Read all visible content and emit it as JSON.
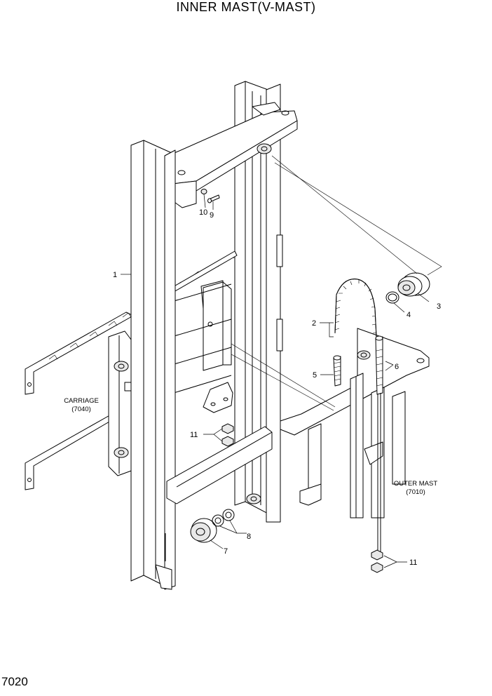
{
  "title": "INNER MAST(V-MAST)",
  "page_code": "7020",
  "callouts": {
    "c1": "1",
    "c2": "2",
    "c3": "3",
    "c4": "4",
    "c5": "5",
    "c6": "6",
    "c7": "7",
    "c8": "8",
    "c9": "9",
    "c10": "10",
    "c11a": "11",
    "c11b": "11"
  },
  "references": {
    "carriage_name": "CARRIAGE",
    "carriage_code": "(7040)",
    "outer_mast_name": "OUTER MAST",
    "outer_mast_code": "(7010)"
  }
}
